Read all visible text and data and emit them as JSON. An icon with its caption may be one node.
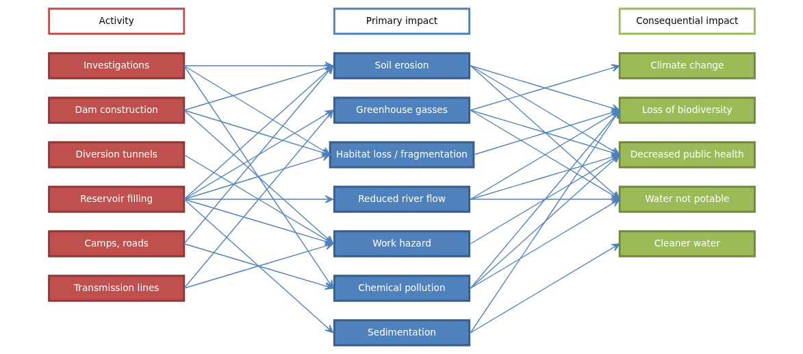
{
  "diagram": {
    "nodes": [
      {
        "text": [
          "Activity"
        ]
      },
      {
        "text": [
          "Primary impact"
        ]
      },
      {
        "text": [
          "Consequential impact"
        ]
      },
      {
        "text": [
          "Investigations"
        ]
      },
      {
        "text": [
          "Dam construction"
        ]
      },
      {
        "text": [
          "Diversion tunnels"
        ]
      },
      {
        "text": [
          "Reservoir filling"
        ]
      },
      {
        "text": [
          "Camps, roads"
        ]
      },
      {
        "text": [
          "Transmission lines"
        ]
      },
      {
        "text": [
          "Soil erosion"
        ]
      },
      {
        "text": [
          "Greenhouse gasses"
        ]
      },
      {
        "text": [
          "Habitat loss / fragmentation"
        ]
      },
      {
        "text": [
          "Reduced river flow"
        ]
      },
      {
        "text": [
          "Work hazard"
        ]
      },
      {
        "text": [
          "Chemical pollution"
        ]
      },
      {
        "text": [
          "Sedimentation"
        ]
      },
      {
        "text": [
          "Climate change"
        ]
      },
      {
        "text": [
          "Loss of biodiversity"
        ]
      },
      {
        "text": [
          "Decreased public health"
        ]
      },
      {
        "text": [
          "Water not potable"
        ]
      },
      {
        "text": [
          "Cleaner water"
        ]
      }
    ],
    "edges": [
      {
        "from": 3,
        "to": 9,
        "arrow": "to"
      },
      {
        "from": 3,
        "to": 11,
        "arrow": "to"
      },
      {
        "from": 3,
        "to": 14,
        "arrow": "to"
      },
      {
        "from": 4,
        "to": 9,
        "arrow": "to"
      },
      {
        "from": 4,
        "to": 11,
        "arrow": "to"
      },
      {
        "from": 4,
        "to": 13,
        "arrow": "to"
      },
      {
        "from": 5,
        "to": 13,
        "arrow": "to"
      },
      {
        "from": 6,
        "to": 9,
        "arrow": "to"
      },
      {
        "from": 6,
        "to": 10,
        "arrow": "to"
      },
      {
        "from": 6,
        "to": 11,
        "arrow": "to"
      },
      {
        "from": 6,
        "to": 12,
        "arrow": "to"
      },
      {
        "from": 6,
        "to": 13,
        "arrow": "to"
      },
      {
        "from": 6,
        "to": 15,
        "arrow": "to"
      },
      {
        "from": 7,
        "to": 9,
        "arrow": "to"
      },
      {
        "from": 7,
        "to": 14,
        "arrow": "to"
      },
      {
        "from": 8,
        "to": 10,
        "arrow": "to"
      },
      {
        "from": 8,
        "to": 13,
        "arrow": "to"
      },
      {
        "from": 9,
        "to": 17,
        "arrow": "to"
      },
      {
        "from": 9,
        "to": 18,
        "arrow": "to"
      },
      {
        "from": 9,
        "to": 19,
        "arrow": "to"
      },
      {
        "from": 10,
        "to": 16,
        "arrow": "to"
      },
      {
        "from": 10,
        "to": 18,
        "arrow": "to"
      },
      {
        "from": 10,
        "to": 19,
        "arrow": "to"
      },
      {
        "from": 11,
        "to": 17,
        "arrow": "to"
      },
      {
        "from": 12,
        "to": 17,
        "arrow": "to"
      },
      {
        "from": 12,
        "to": 18,
        "arrow": "to"
      },
      {
        "from": 12,
        "to": 19,
        "arrow": "to"
      },
      {
        "from": 13,
        "to": 18,
        "arrow": "to"
      },
      {
        "from": 14,
        "to": 17,
        "arrow": "to"
      },
      {
        "from": 14,
        "to": 18,
        "arrow": "to"
      },
      {
        "from": 14,
        "to": 19,
        "arrow": "to"
      },
      {
        "from": 15,
        "to": 17,
        "arrow": "to"
      },
      {
        "from": 15,
        "to": 20,
        "arrow": "to"
      }
    ]
  }
}
